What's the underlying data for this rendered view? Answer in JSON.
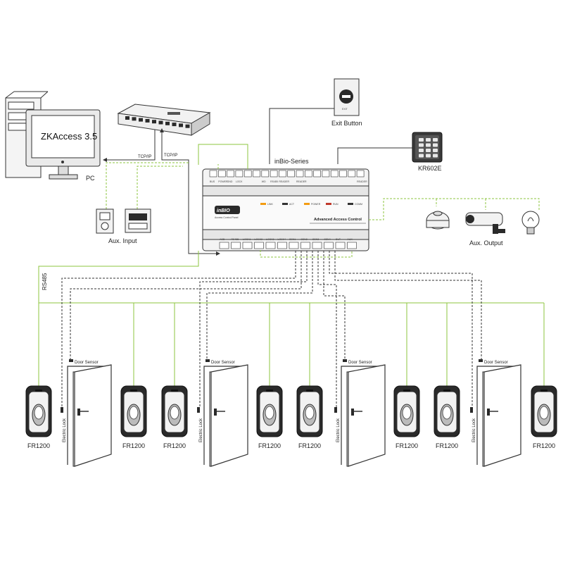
{
  "pc": {
    "screen_text": "ZKAccess 3.5",
    "label": "PC"
  },
  "links": {
    "tcpip_pc": "TCP/IP",
    "tcpip_panel": "TCP/IP"
  },
  "exit_button": {
    "label": "Exit Button",
    "face_text": "EXIT"
  },
  "kr602e": {
    "label": "KR602E"
  },
  "panel": {
    "series_label": "inBio-Series",
    "title": "Advanced Access Control",
    "brand": "inBIO",
    "brand_sub": "Access Control Panel",
    "top_terminals": [
      "BUS",
      "POWER",
      "GND",
      "LOCK",
      "",
      "",
      "WD",
      "RS485",
      "READER",
      "",
      "READER",
      "",
      "",
      "",
      "",
      "",
      "",
      "READER"
    ],
    "bottom_terminals": [
      "ACB",
      "RS485",
      "LOCK1",
      "LOCK2",
      "LOCK3",
      "LOCK4",
      "SEN1",
      "SEN2",
      "SEN3",
      "SEN4",
      "BUT",
      "AUX"
    ],
    "leds": [
      "LINK",
      "ACT",
      "POWER",
      "RUN",
      "COMM"
    ]
  },
  "aux_input": {
    "label": "Aux. Input"
  },
  "aux_output": {
    "label": "Aux. Output"
  },
  "rs485": {
    "label": "RS485"
  },
  "readers": {
    "label": "FR1200"
  },
  "doors": {
    "sensor_label": "Door Sensor",
    "lock_label": "Electric Lock"
  }
}
